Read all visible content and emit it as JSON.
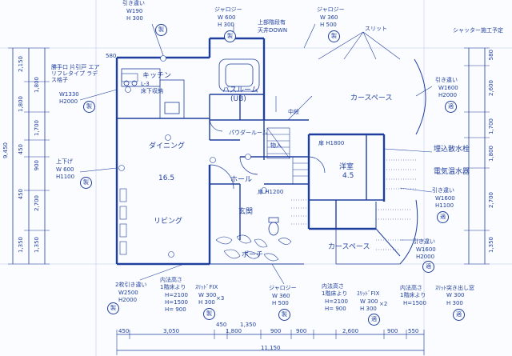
{
  "rooms": {
    "kitchen": "キッチン",
    "kitchen_sub": "L-3",
    "kitchen_sub2": "床下収納",
    "bathroom": "バスルーム",
    "bathroom_sub": "(UB)",
    "powder": "パウダールーム",
    "dining": "ダイニング",
    "living_area": "16.5",
    "living": "リビング",
    "hall": "ホール",
    "entrance": "玄関",
    "porch": "ポーチ",
    "storage": "物入",
    "western": "洋室",
    "western_area": "4.5",
    "carport_top": "カースペース",
    "carport_bottom": "カースペース",
    "midstep": "中段",
    "ceiling_down": "天井DOWN",
    "upper_step": "上部階段有"
  },
  "labels": {
    "beam1": "扉 H1800",
    "beam2": "扉 H1200",
    "slits": "スリット",
    "shutter": "シャッター施工予定",
    "water_heater": "埋込散水栓",
    "electric_heater": "電気温水器",
    "size_580": "580"
  },
  "windows": [
    {
      "type": "引き違い",
      "w": "W190",
      "h": "H 300",
      "mark": "製"
    },
    {
      "type": "ジャロジー",
      "w": "W 600",
      "h": "H 300",
      "mark": "製"
    },
    {
      "type": "ジャロジー",
      "w": "W 360",
      "h": "H 500",
      "mark": "製"
    },
    {
      "type": "勝手口 片引戸 エアリフレタイプ ラデス格子",
      "w": "W1330",
      "h": "H2000",
      "mark": "製"
    },
    {
      "type": "上下げ",
      "w": "W 600",
      "h": "H1100",
      "mark": "製"
    },
    {
      "type": "引き違い",
      "w": "W1600",
      "h": "H2000",
      "mark": "適"
    },
    {
      "type": "引き違い",
      "w": "W1600",
      "h": "H1100",
      "mark": "適"
    },
    {
      "type": "引き違い",
      "w": "W1600",
      "h": "H2000",
      "mark": "適"
    },
    {
      "type": "2枚引き違い",
      "w": "W2500",
      "h": "H2000",
      "mark": "製"
    }
  ],
  "bottom_notes": {
    "n1_title": "内法高さ",
    "n1_a": "1階床より",
    "n1_b": "H=2100",
    "n1_c": "H=1500",
    "n1_d": "H= 900",
    "fix1": "ｽﾘｯﾄﾞFIX",
    "fix1_w": "W 300",
    "fix1_h": "H 300",
    "fix1_x": "×3",
    "jal_title": "ジャロジー",
    "jal_w": "W 360",
    "jal_h": "H 500",
    "n2_title": "内法高さ",
    "n2_a": "1階床より",
    "n2_b": "H=2100",
    "n2_c": "H= 900",
    "fix2": "ｽﾘｯﾄﾞFIX",
    "fix2_w": "W 300",
    "fix2_h": "H 300",
    "fix2_x": "×2",
    "n3_title": "内法高さ",
    "n3_a": "1階床より",
    "n3_b": "H=1500",
    "fix3": "ｽﾘｯﾄ突き出し窓",
    "fix3_w": "W 300",
    "fix3_h": "H 300",
    "mark_made": "製",
    "mark_fit": "適"
  },
  "dimensions": {
    "bottom": [
      "450",
      "3,050",
      "450",
      "1,800",
      "1,350",
      "900",
      "900",
      "2,600",
      "900",
      "550"
    ],
    "bottom_total": "11,150",
    "left_outer": "9,450",
    "left_mid": [
      "2,150",
      "1,800",
      "450",
      "450",
      "1,350"
    ],
    "left_inner": [
      "1,800",
      "1,700",
      "900",
      "2,700",
      "1,350"
    ],
    "right": [
      "580",
      "2,600",
      "1,700",
      "1,800",
      "2,700",
      "1,350"
    ]
  }
}
